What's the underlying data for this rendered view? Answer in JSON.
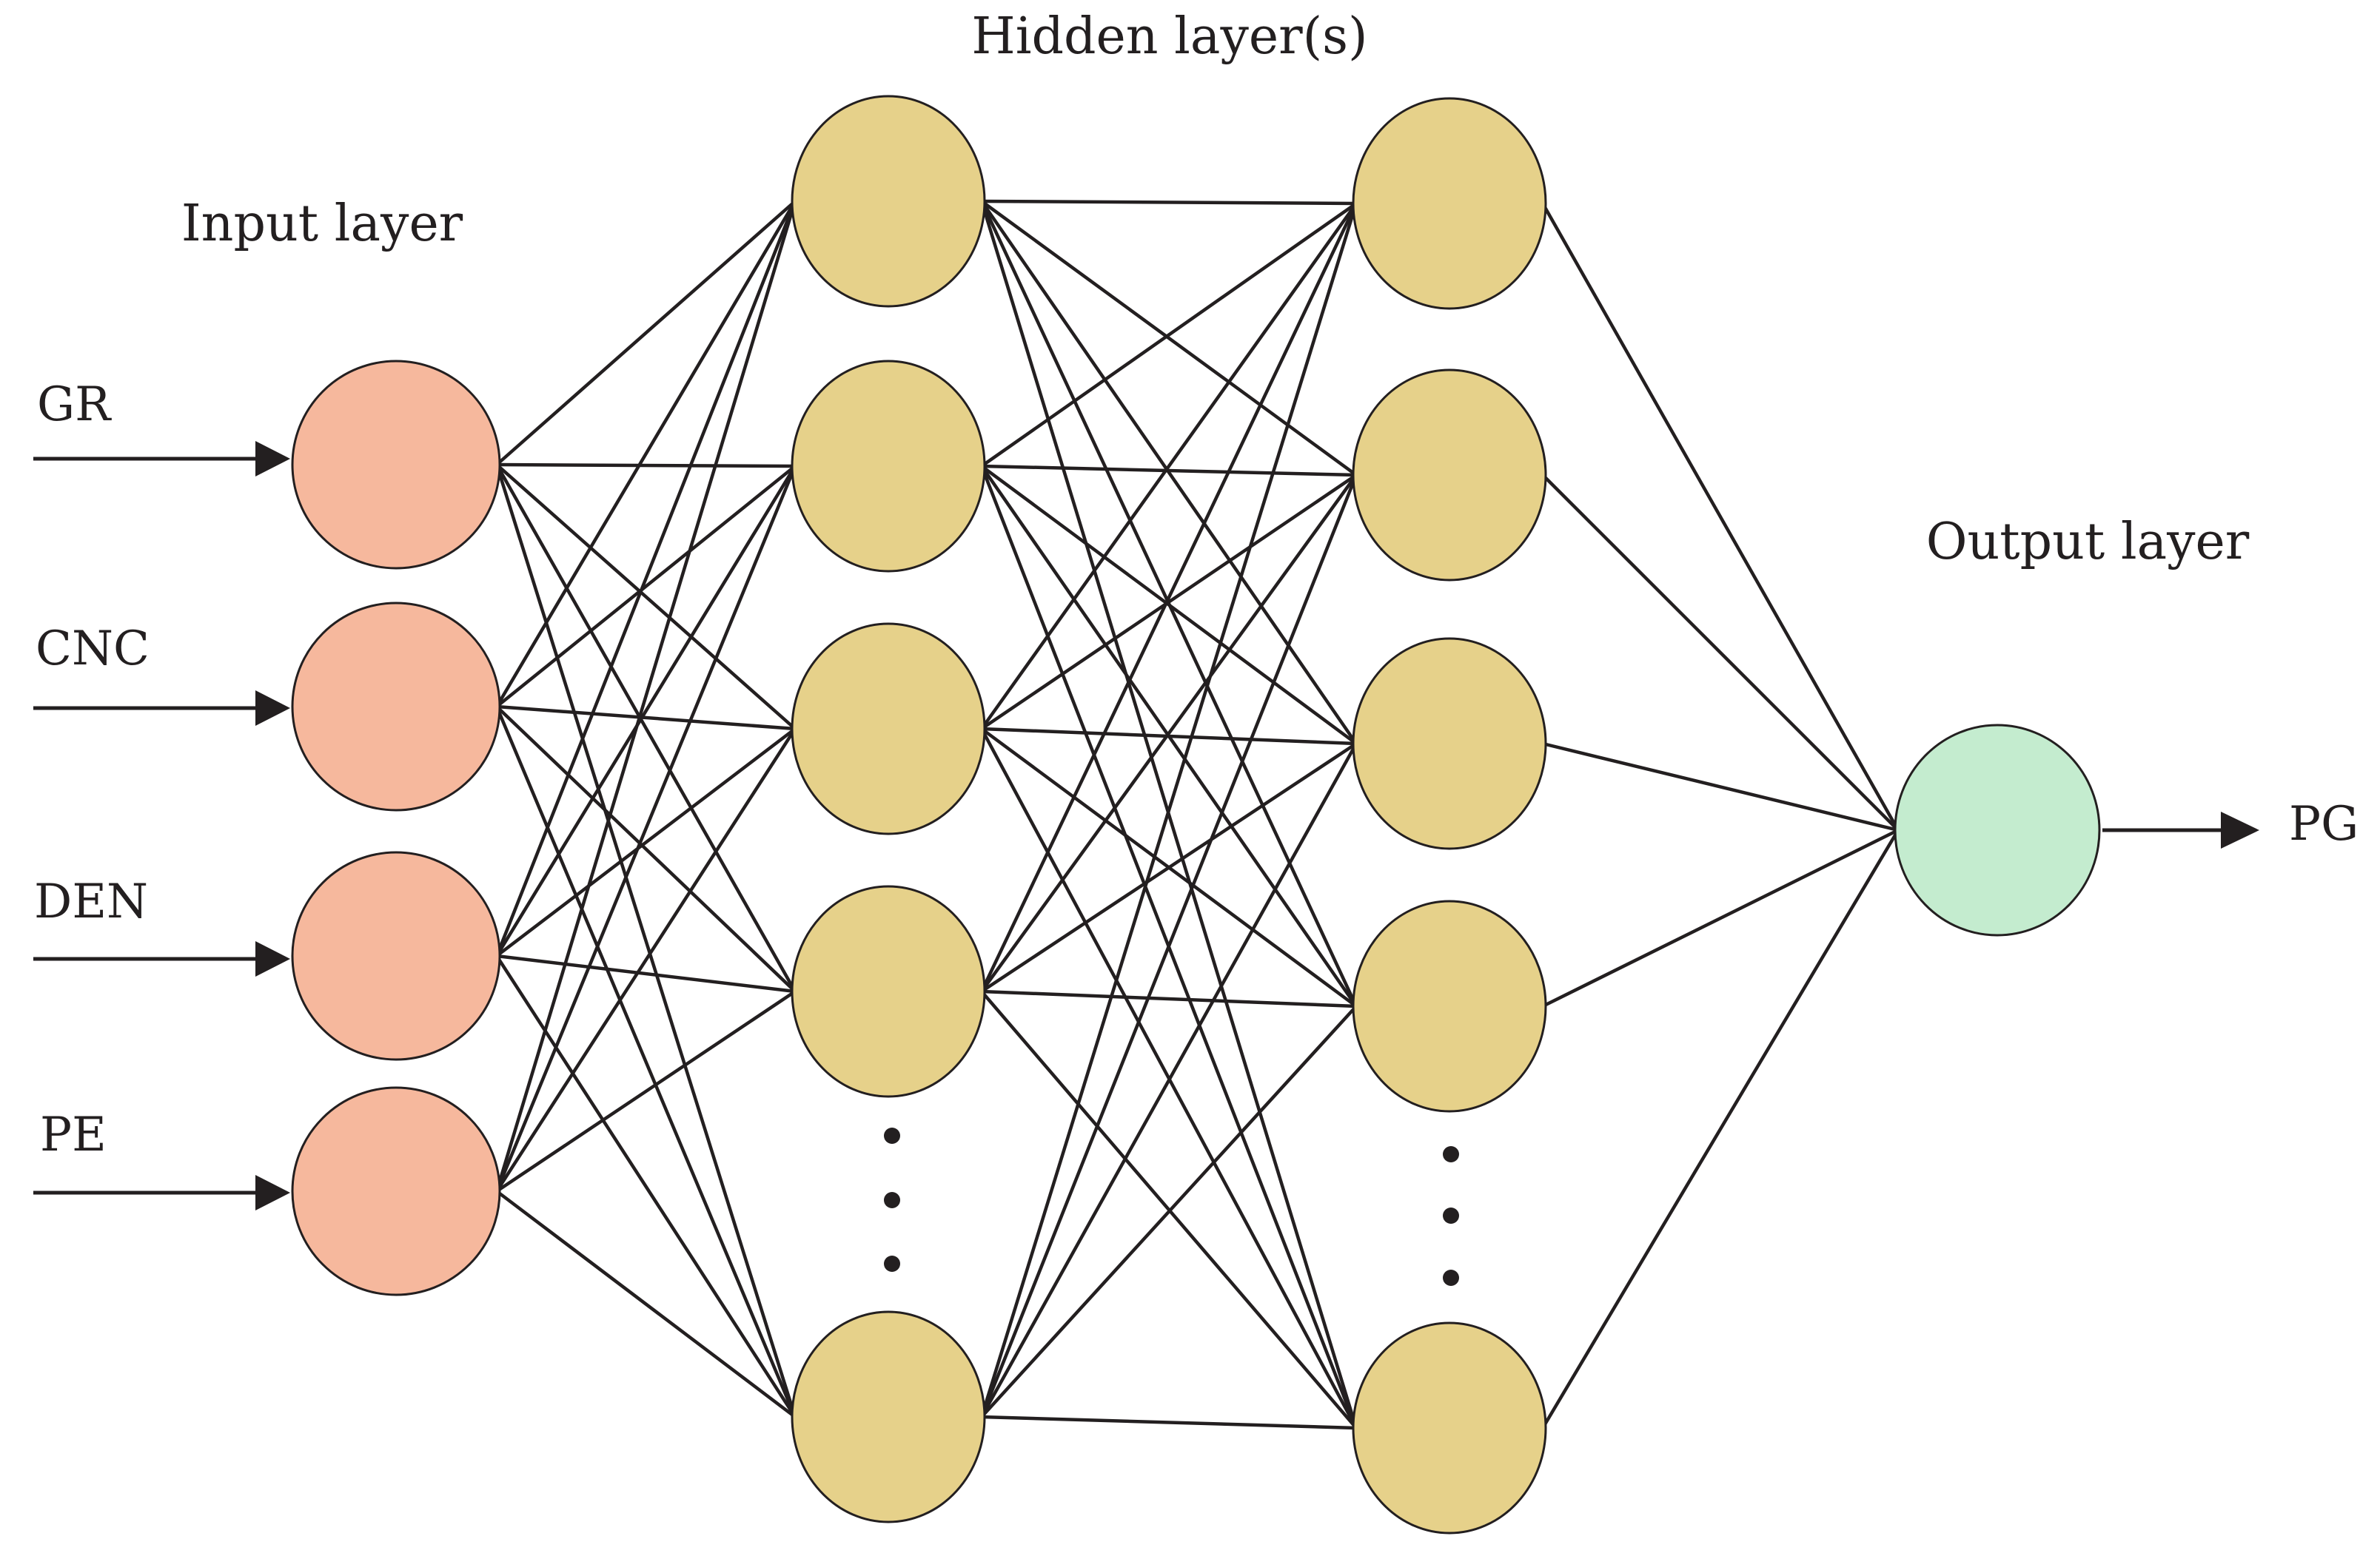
{
  "layer_labels": {
    "input": "Input layer",
    "hidden": "Hidden layer(s)",
    "output": "Output layer"
  },
  "inputs": [
    "GR",
    "CNC",
    "DEN",
    "PE"
  ],
  "output": "PG",
  "colors": {
    "input_node": "#f6b89d",
    "hidden_node": "#e6d18a",
    "output_node": "#c4eccf",
    "line": "#231f20"
  },
  "structure": {
    "input_nodes": 4,
    "hidden_layers": [
      {
        "visible_nodes": 5,
        "ellipsis_before_last": true
      },
      {
        "visible_nodes": 5,
        "ellipsis_before_last": true
      }
    ],
    "output_nodes": 1,
    "fully_connected": true
  }
}
